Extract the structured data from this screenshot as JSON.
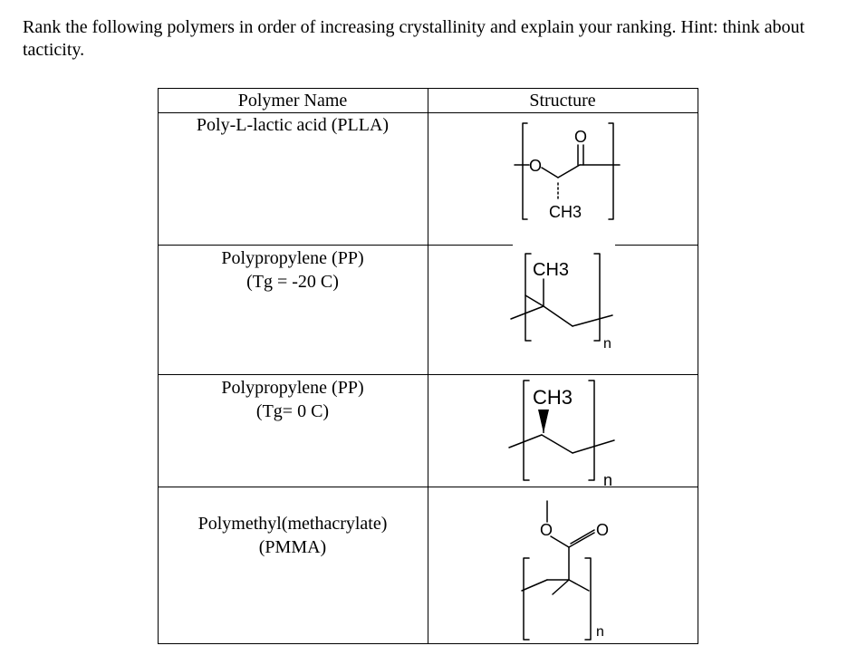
{
  "question": "Rank the following polymers in order of increasing crystallinity and explain your ranking. Hint: think about tacticity.",
  "table": {
    "headers": {
      "name": "Polymer Name",
      "structure": "Structure"
    },
    "rows": [
      {
        "name": "Poly-L-lactic acid (PLLA)",
        "note": "",
        "structure_labels": {
          "o_ring": "O",
          "o_carbonyl": "O",
          "methyl": "CH3"
        }
      },
      {
        "name": "Polypropylene (PP)",
        "note": "(Tg = -20 C)",
        "structure_labels": {
          "methyl": "CH3",
          "repeat": "n"
        }
      },
      {
        "name": "Polypropylene (PP)",
        "note": "(Tg= 0 C)",
        "structure_labels": {
          "methyl": "CH3",
          "repeat": "n"
        }
      },
      {
        "name": "Polymethyl(methacrylate)",
        "note": "(PMMA)",
        "structure_labels": {
          "o_ester": "O",
          "o_carbonyl": "O",
          "repeat": "n"
        }
      }
    ]
  }
}
